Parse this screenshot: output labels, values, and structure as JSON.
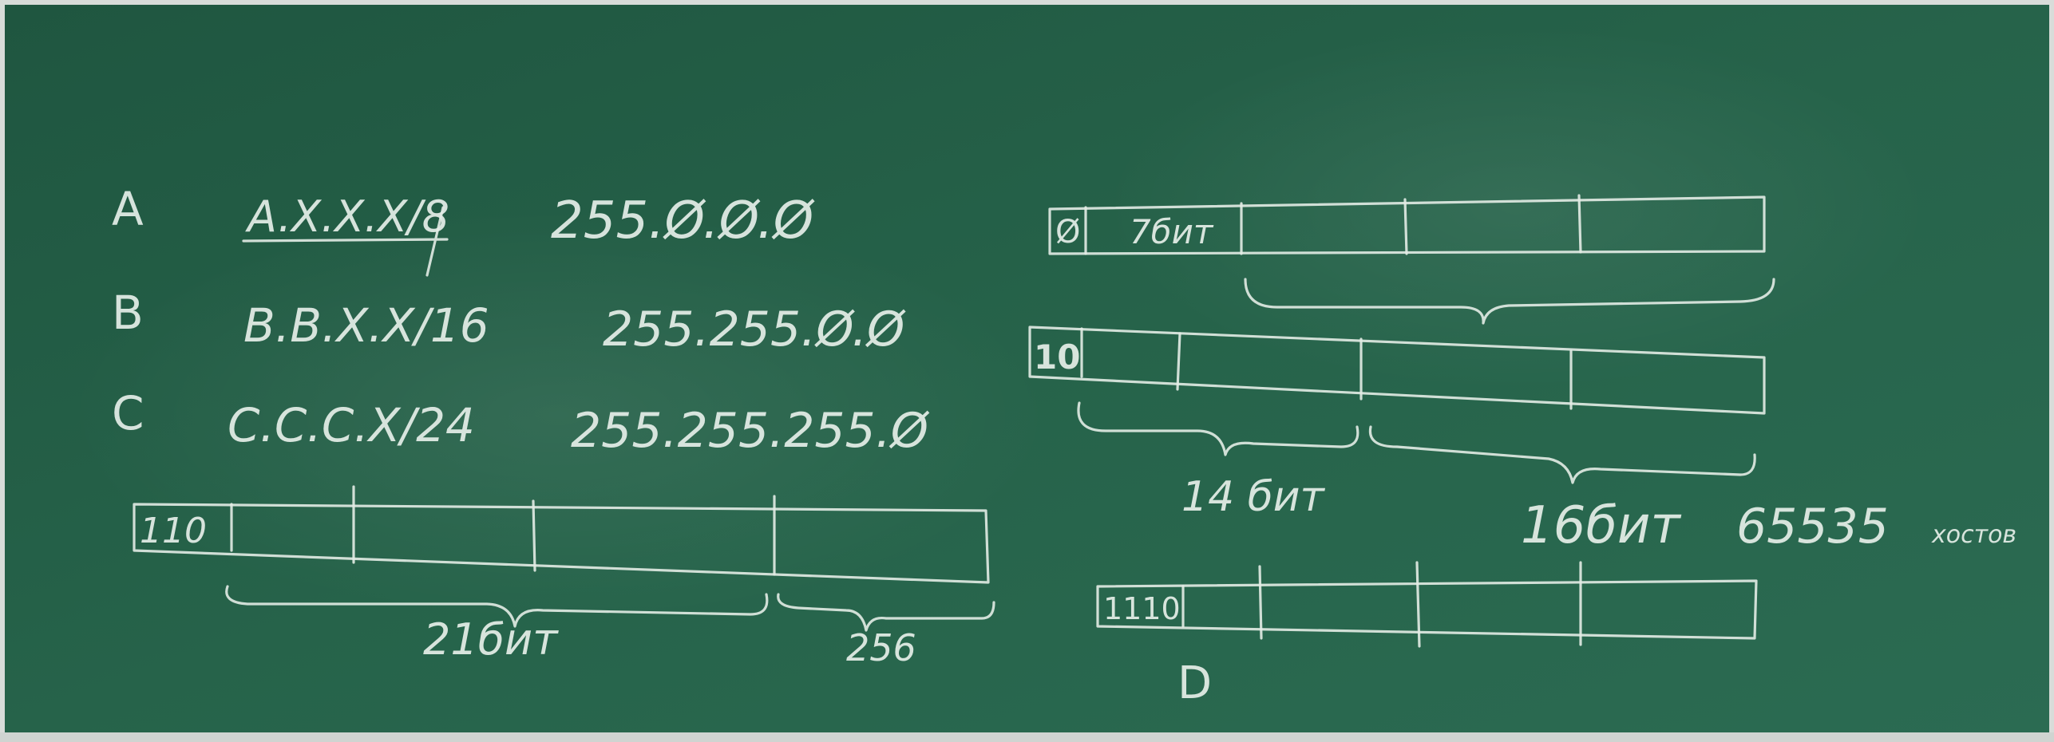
{
  "board": {
    "colors": {
      "board": "#245c44",
      "chalk": "#e6efe9",
      "frame": "#d8dcd9"
    },
    "classes": [
      {
        "letter": "A",
        "notation": "A.X.X.X/8",
        "mask": "255.Ø.Ø.Ø"
      },
      {
        "letter": "B",
        "notation": "B.B.X.X/16",
        "mask": "255.255.Ø.Ø"
      },
      {
        "letter": "C",
        "notation": "C.C.C.X/24",
        "mask": "255.255.255.Ø"
      }
    ],
    "diagram_a": {
      "prefix": "Ø",
      "label": "7бит"
    },
    "diagram_b": {
      "prefix": "10",
      "brace1": "14 бит",
      "brace2": "16бит",
      "hosts_count": "65535",
      "hosts_word": "хостов"
    },
    "diagram_c": {
      "prefix": "110",
      "brace1": "21бит",
      "brace2": "256"
    },
    "diagram_d": {
      "prefix": "1110",
      "label": "D"
    }
  }
}
